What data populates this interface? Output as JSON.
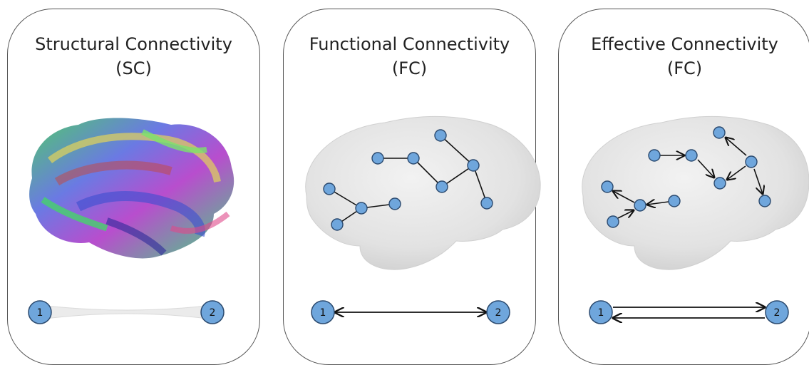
{
  "panels": [
    {
      "title_line1": "Structural Connectivity",
      "title_line2": "(SC)",
      "left_node": "1",
      "right_node": "2"
    },
    {
      "title_line1": "Functional Connectivity",
      "title_line2": "(FC)",
      "left_node": "1",
      "right_node": "2"
    },
    {
      "title_line1": "Effective Connectivity",
      "title_line2": "(FC)",
      "left_node": "1",
      "right_node": "2"
    }
  ],
  "colors": {
    "node_fill": "#6fa6dc",
    "node_stroke": "#2b4a6f",
    "brain_fill": "#e4e4e4",
    "edge": "#111111"
  }
}
